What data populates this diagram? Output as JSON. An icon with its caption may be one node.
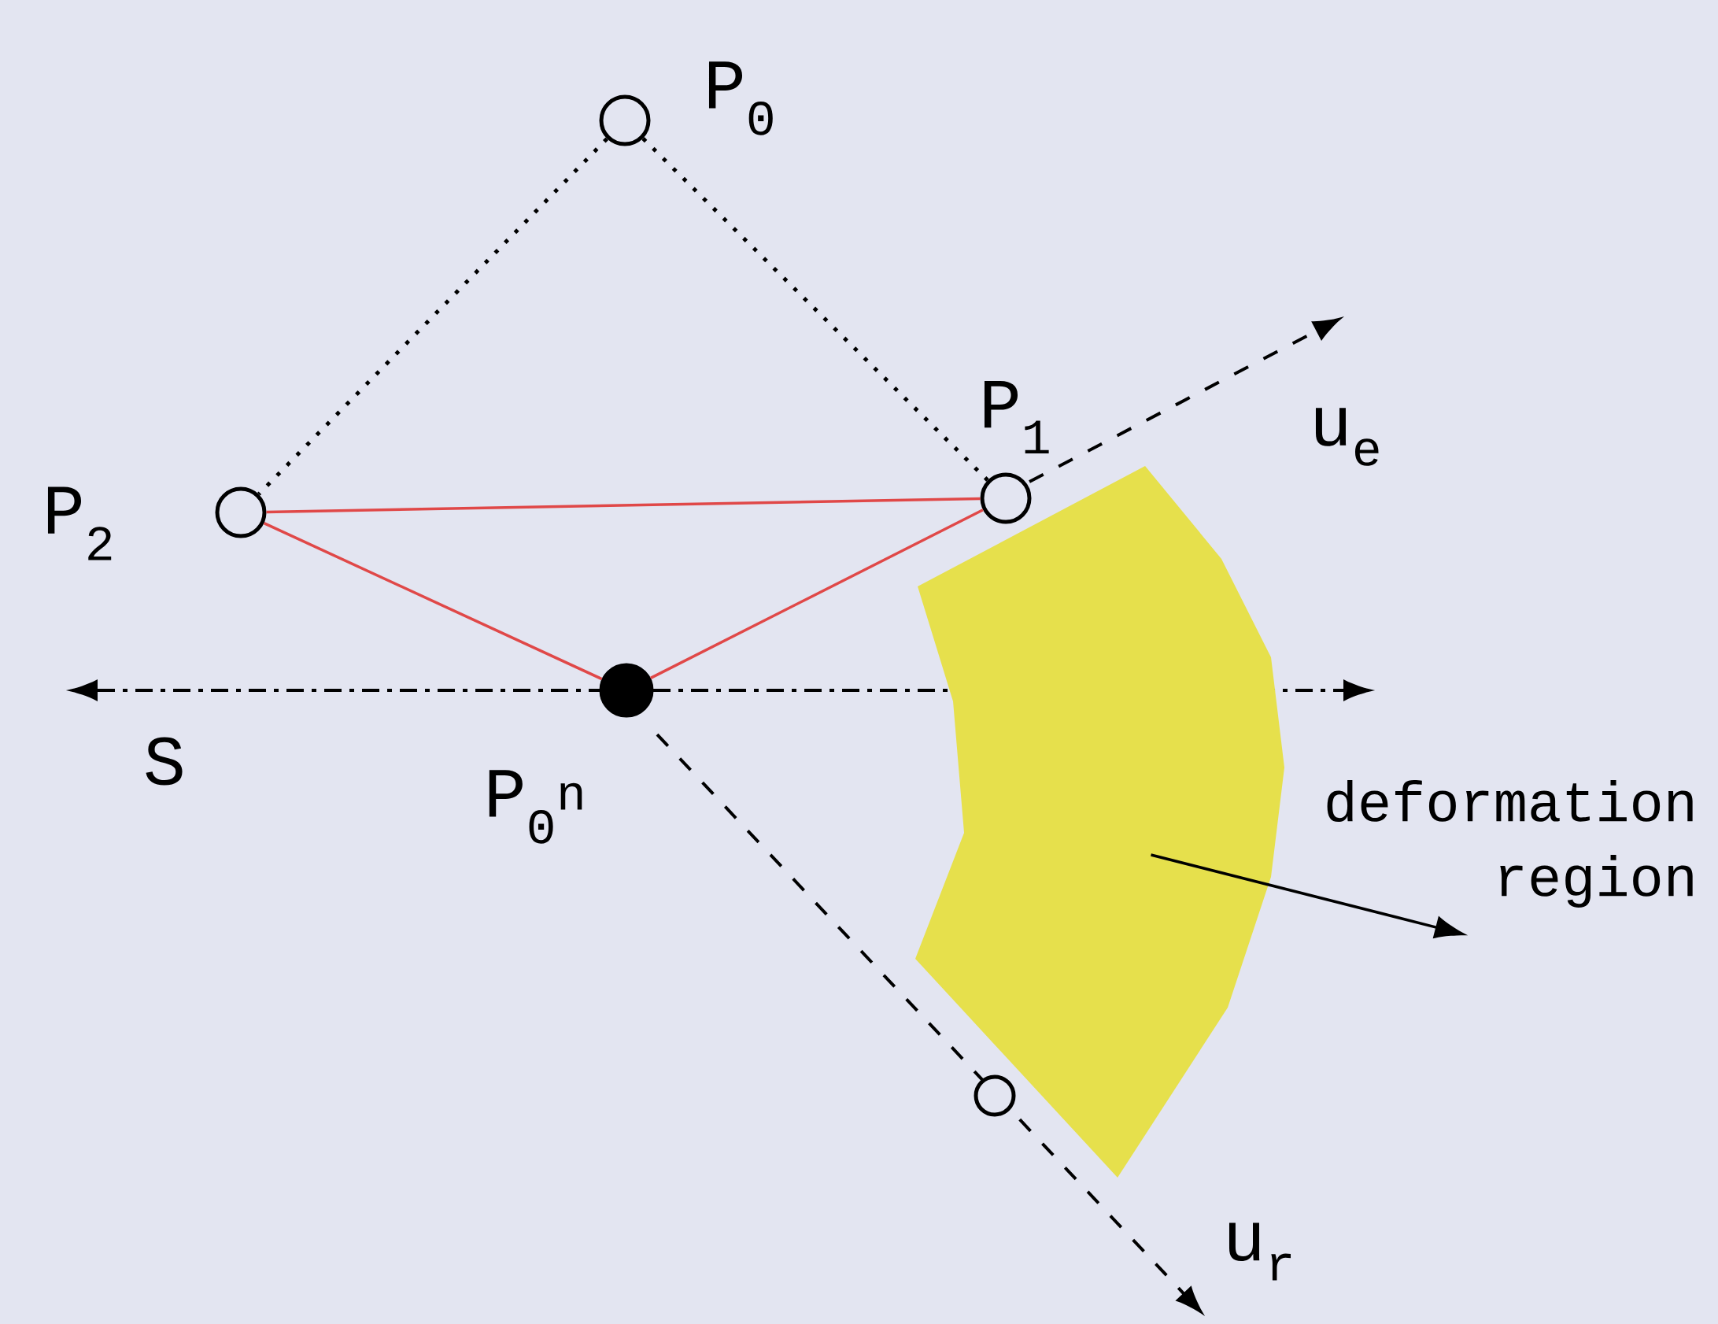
{
  "diagram": {
    "nodes": [
      {
        "text": [],
        "shape": "circle",
        "beside": [
          "P$_{0}$"
        ]
      },
      {
        "text": [],
        "shape": "circle",
        "beside": [
          "P$_{1}$"
        ]
      },
      {
        "text": [],
        "shape": "circle",
        "beside": [
          "P$_{2}$"
        ]
      },
      {
        "text": [],
        "shape": "circle",
        "beside": [
          "P$_{0}$$^{n}$"
        ]
      },
      {
        "text": [],
        "shape": "circle"
      },
      {
        "text": [],
        "shape": "sector"
      },
      {
        "text": [
          "deformation region"
        ]
      }
    ],
    "edges": [
      {
        "from": 0,
        "to": 2,
        "arrow": "none",
        "style": "dashed"
      },
      {
        "from": 0,
        "to": 1,
        "arrow": "none",
        "style": "dashed"
      },
      {
        "from": 2,
        "to": 1,
        "arrow": "none",
        "color": "#e04848"
      },
      {
        "from": 2,
        "to": 3,
        "arrow": "none",
        "color": "#e04848"
      },
      {
        "from": 3,
        "to": 1,
        "arrow": "none",
        "color": "#e04848"
      },
      {
        "from": 5,
        "to": 6,
        "arrow": "to"
      }
    ],
    "labels": [
      "S",
      "u$_{e}$",
      "u$_{r}$"
    ]
  }
}
